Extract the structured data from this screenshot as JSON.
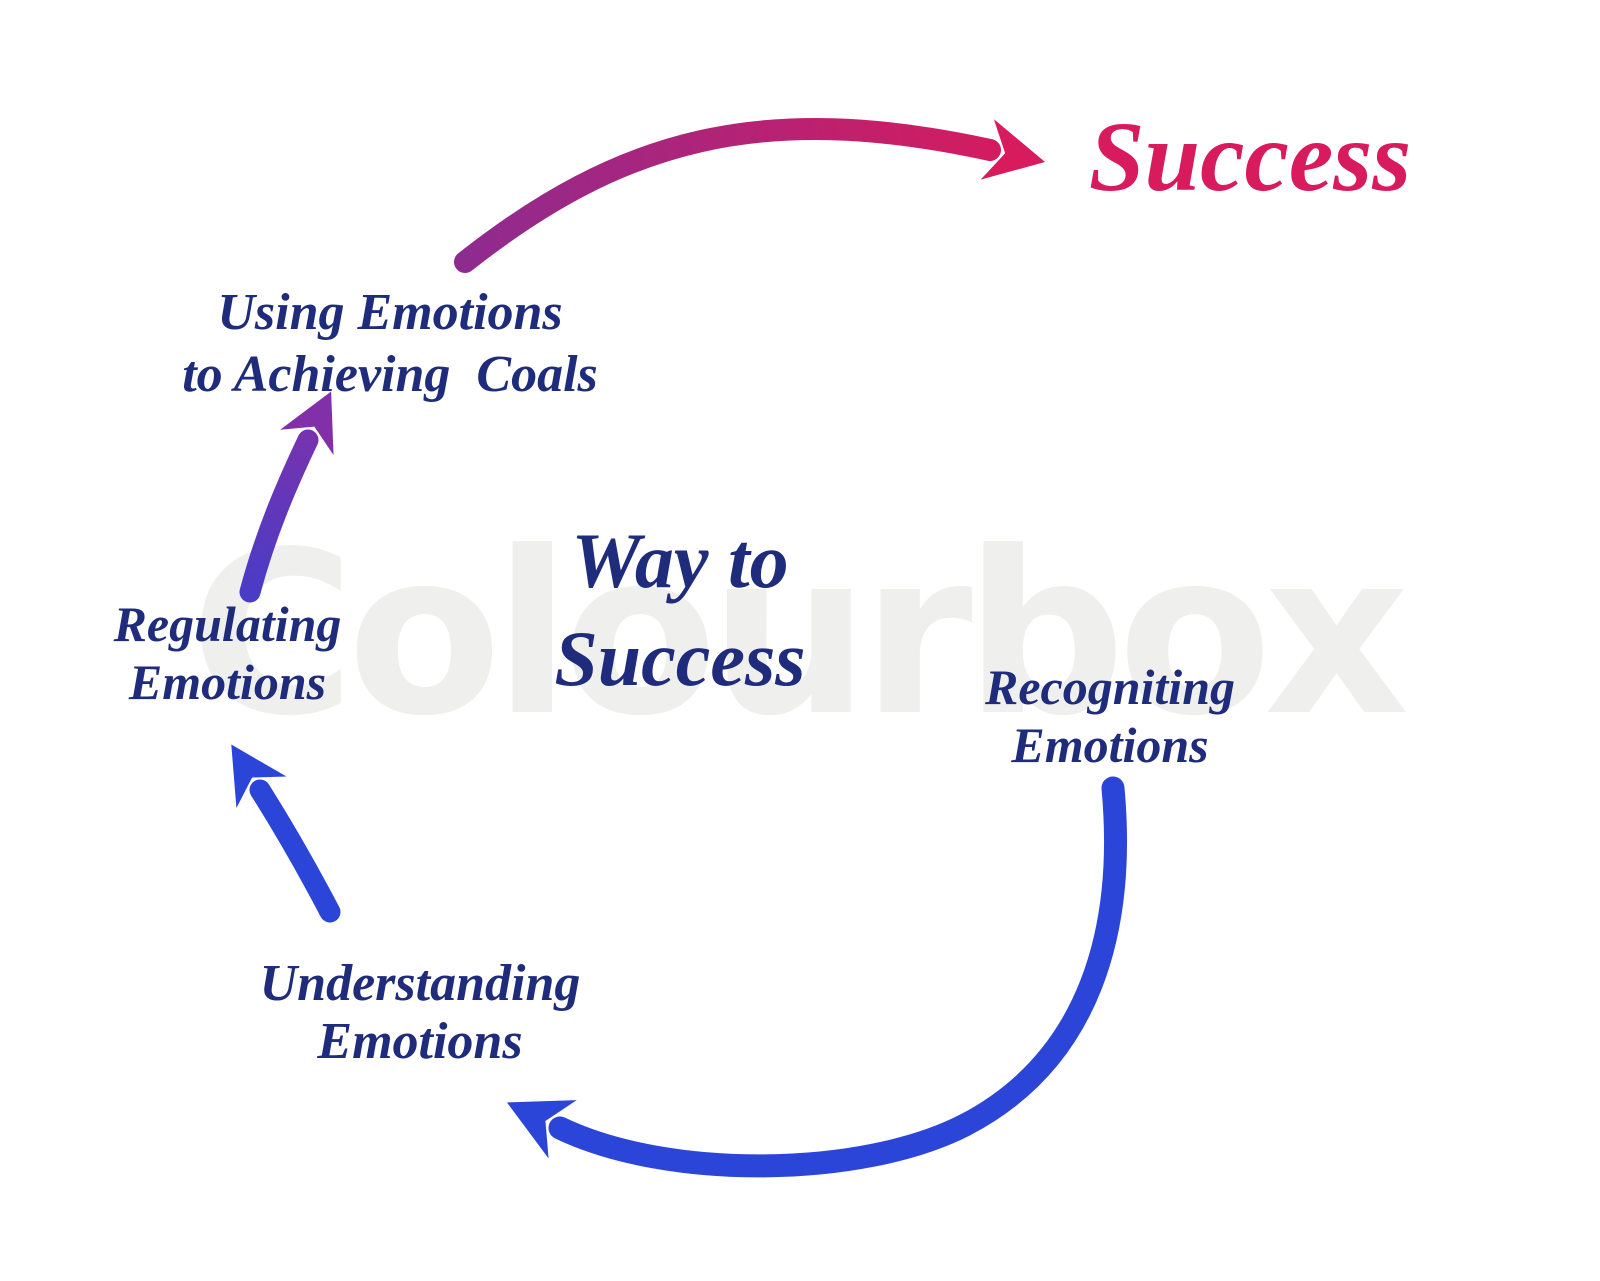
{
  "diagram": {
    "title_lines": [
      "Way to",
      "Success"
    ],
    "result_label": "Success",
    "nodes": [
      {
        "name": "using-emotions",
        "lines": [
          "Using Emotions",
          "to Achieving  Coals"
        ]
      },
      {
        "name": "regulating-emotions",
        "lines": [
          "Regulating",
          "Emotions"
        ]
      },
      {
        "name": "understanding-emotions",
        "lines": [
          "Understanding",
          "Emotions"
        ]
      },
      {
        "name": "recogniting-emotions",
        "lines": [
          "Recogniting",
          "Emotions"
        ]
      }
    ],
    "arrows": [
      {
        "from": "recogniting-emotions",
        "to": "understanding-emotions",
        "style": "blue curved arc"
      },
      {
        "from": "understanding-emotions",
        "to": "regulating-emotions",
        "style": "blue"
      },
      {
        "from": "regulating-emotions",
        "to": "using-emotions",
        "style": "blue-violet to purple gradient"
      },
      {
        "from": "using-emotions",
        "to": "success",
        "style": "purple to crimson gradient"
      }
    ]
  },
  "watermark": {
    "text": "Colourbox",
    "color": "#efefee"
  },
  "colors": {
    "background": "#ffffff",
    "node_text": "#1f2c7c",
    "success_text": "#d81b5c",
    "arrow_blue": "#2b45d9",
    "arrow_violet_start": "#4a3cc6",
    "arrow_violet_end": "#8230a9",
    "arrow_pink_start": "#8e2b8f",
    "arrow_pink_end": "#d81b5c"
  }
}
